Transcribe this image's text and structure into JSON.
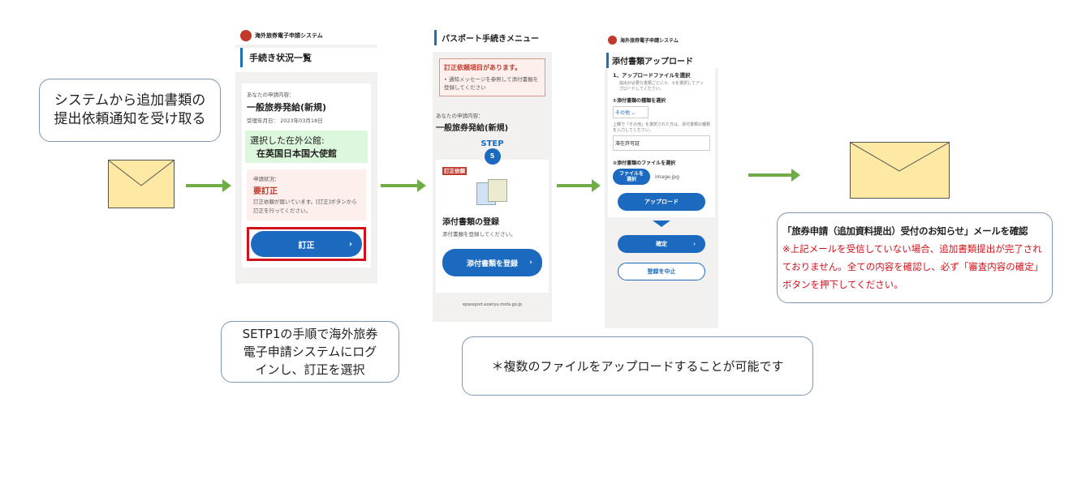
{
  "step_receive": {
    "line1": "システムから追加書類の",
    "line2": "提出依頼通知を受け取る"
  },
  "step_login": {
    "line1": "SETP1の手順で海外旅券",
    "line2": "電子申請システムにログ",
    "line3": "インし、訂正を選択"
  },
  "note_multi": "＊複数のファイルをアップロードすることが可能です",
  "confirm": {
    "title": "「旅券申請（追加資料提出）受付のお知らせ」メールを確認",
    "warning": "※上記メールを受信していない場合、追加書類提出が完了されておりません。全ての内容を確認し、必ず「審査内容の確定」ボタンを押下してください。"
  },
  "screen1": {
    "system": "海外旅券電子申請システム",
    "title": "手続き状況一覧",
    "content_label": "あなたの申請内容：",
    "content": "一般旅券発給(新規)",
    "date": "受理年月日： 2023年03月18日",
    "embassy_label": "選択した在外公館:",
    "embassy": "在英国日本国大使館",
    "status_label": "申請状況：",
    "status": "要訂正",
    "status_msg": "訂正依頼が届いています。[訂正]ボタンから訂正を行ってください。",
    "button": "訂正",
    "chev": "›"
  },
  "screen2": {
    "title": "パスポート手続きメニュー",
    "alert_title": "訂正依頼項目があります。",
    "alert_msg": "• 通知メッセージを参照して添付書類を登録してください",
    "content_label": "あなたの申請内容：",
    "content": "一般旅券発給(新規)",
    "step": "STEP",
    "step_num": "5",
    "badge": "訂正依頼",
    "card_title": "添付書類の登録",
    "card_msg": "添付書類を登録してください。",
    "button": "添付書類を登録",
    "chev": "›",
    "url": "epassport.ezairyu.mofa.go.jp"
  },
  "screen3": {
    "system": "海外旅券電子申請システム",
    "title": "添付書類アップロード",
    "section": "1、アップロードファイルを選択",
    "section_msg": "提出が必要な書類ごとに①、②を選択してアップロードしてください。",
    "type_label": "①添付書類の種類を選択",
    "type_value": "その他",
    "other_msg": "上欄で「その他」を選択された方は、添付書類の種類を入力してください。",
    "other_value": "滞在許可証",
    "file_label": "②添付書類のファイルを選択",
    "file_button": "ファイルを選択",
    "file_name": "image.jpg",
    "upload": "アップロード",
    "confirm": "確定",
    "chev": "›",
    "cancel": "登録を中止"
  },
  "colors": {
    "arrow": "#70ad47",
    "primary": "#1b6ac0",
    "alert": "#c0392b",
    "envelope": "#fde9a3"
  }
}
